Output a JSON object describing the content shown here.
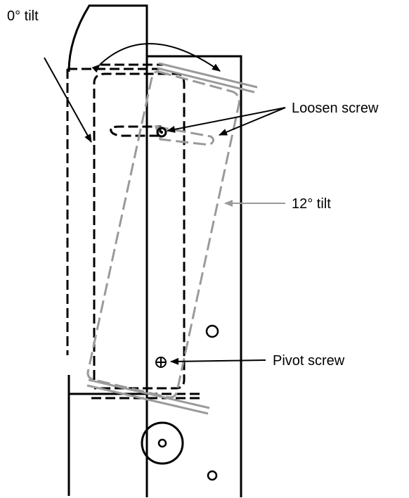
{
  "labels": {
    "zero_tilt": "0° tilt",
    "loosen_screw": "Loosen screw",
    "twelve_tilt": "12° tilt",
    "pivot_screw": "Pivot screw"
  },
  "colors": {
    "line": "#000000",
    "tilted_outline": "#9a9a9a",
    "background": "#ffffff"
  }
}
